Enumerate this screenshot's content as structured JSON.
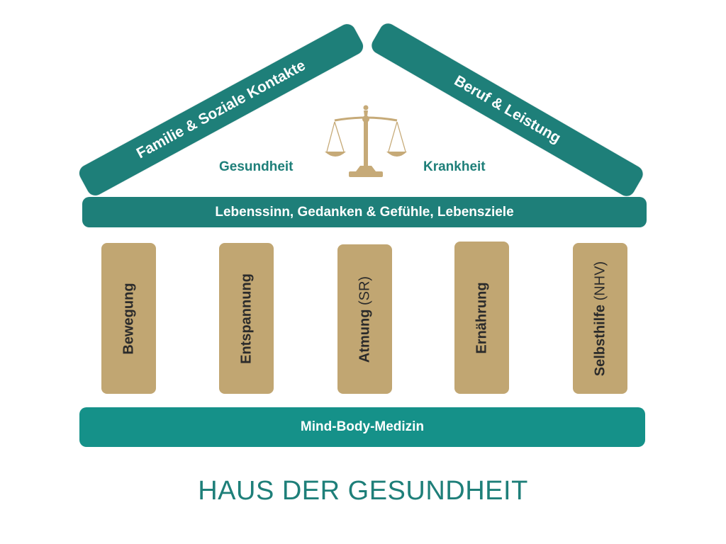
{
  "roof": {
    "left_label": "Familie & Soziale Kontakte",
    "right_label": "Beruf & Leistung"
  },
  "scale": {
    "icon": "scale-of-justice-icon",
    "left_label": "Gesundheit",
    "right_label": "Krankheit"
  },
  "beam": {
    "label": "Lebenssinn, Gedanken & Gefühle, Lebensziele"
  },
  "pillars": [
    {
      "label": "Bewegung",
      "suffix": ""
    },
    {
      "label": "Entspannung",
      "suffix": ""
    },
    {
      "label": "Atmung",
      "suffix": " (SR)"
    },
    {
      "label": "Ernährung",
      "suffix": ""
    },
    {
      "label": "Selbsthilfe",
      "suffix": " (NHV)"
    }
  ],
  "base": {
    "label": "Mind-Body-Medizin"
  },
  "title": "HAUS DER GESUNDHEIT",
  "colors": {
    "teal_dark": "#1e7f79",
    "teal_base": "#159189",
    "gold": "#c1a672",
    "gold_icon": "#c6aa78",
    "pillar_text": "#2b2b2b"
  }
}
